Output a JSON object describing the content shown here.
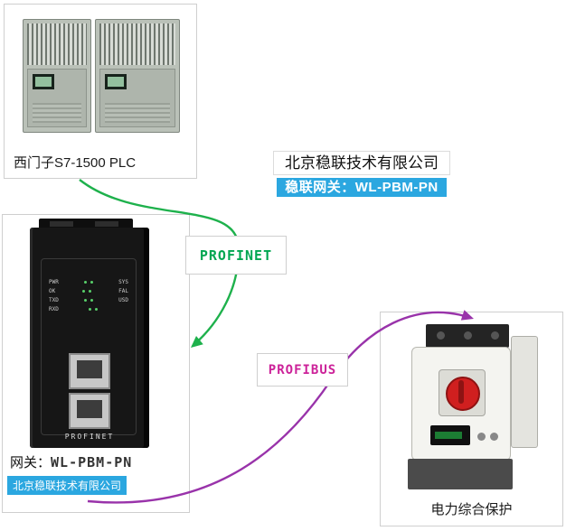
{
  "plc": {
    "label": "西门子S7-1500 PLC"
  },
  "company": {
    "name": "北京稳联技术有限公司",
    "badge": "稳联网关：WL-PBM-PN"
  },
  "links": {
    "profinet": "PROFINET",
    "profibus": "PROFIBUS"
  },
  "gateway": {
    "label_prefix": "网关：",
    "label_model": "WL-PBM-PN",
    "badge": "北京稳联技术有限公司",
    "device": {
      "brand_text": "PROFINET",
      "leds": [
        {
          "left": "PWR",
          "right": "SYS"
        },
        {
          "left": "OK",
          "right": "FAL"
        },
        {
          "left": "TXD",
          "right": "USD"
        },
        {
          "left": "RXD",
          "right": ""
        }
      ]
    }
  },
  "protection": {
    "label": "电力综合保护"
  },
  "colors": {
    "badge_bg": "#2ba7e0",
    "profinet_green": "#00a651",
    "profibus_magenta": "#cc2299",
    "arrow_green": "#1eb14c",
    "arrow_purple": "#9933aa"
  }
}
